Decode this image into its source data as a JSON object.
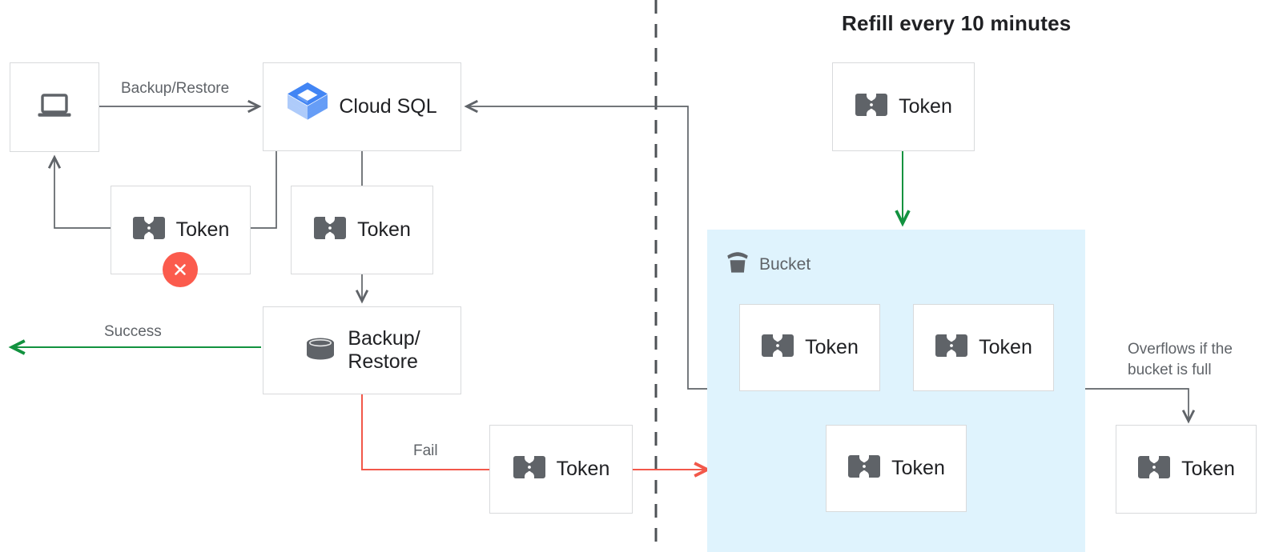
{
  "title": "Refill every 10 minutes",
  "colors": {
    "green": "#12923f",
    "red": "#f2584a",
    "gray_line": "#5f6368",
    "box_border": "#d8dadc",
    "bucket_fill": "#dff3fd",
    "text_dark": "#202124",
    "text_muted": "#5f6368",
    "token_icon": "#5f6368",
    "cloudsql_blue": "#4285f4",
    "error_red": "#fb5b4d"
  },
  "nodes": {
    "client": {
      "label": "",
      "icon": "laptop-icon"
    },
    "cloud_sql": {
      "label": "Cloud SQL",
      "icon": "cloud-sql-icon"
    },
    "token_failed": {
      "label": "Token",
      "icon": "token-icon",
      "status": "error"
    },
    "token_under_sql": {
      "label": "Token",
      "icon": "token-icon"
    },
    "backup_restore": {
      "label": "Backup/\nRestore",
      "icon": "database-icon"
    },
    "token_fail_path": {
      "label": "Token",
      "icon": "token-icon"
    },
    "token_refill": {
      "label": "Token",
      "icon": "token-icon"
    },
    "token_overflow": {
      "label": "Token",
      "icon": "token-icon"
    }
  },
  "bucket": {
    "label": "Bucket",
    "icon": "bucket-icon",
    "tokens": [
      {
        "label": "Token",
        "icon": "token-icon"
      },
      {
        "label": "Token",
        "icon": "token-icon"
      },
      {
        "label": "Token",
        "icon": "token-icon"
      }
    ]
  },
  "edges": {
    "backup_restore_label": "Backup/Restore",
    "success_label": "Success",
    "fail_label": "Fail",
    "overflow_label": "Overflows if the\nbucket is full"
  }
}
